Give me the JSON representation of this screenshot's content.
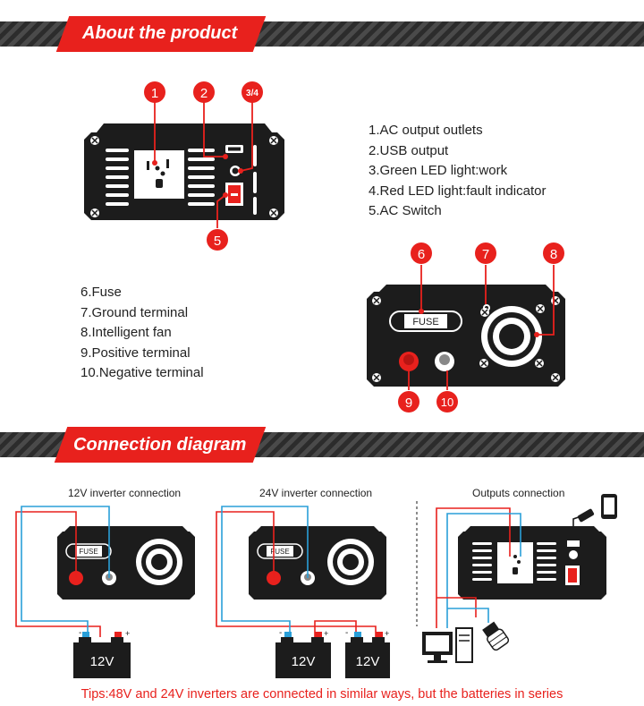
{
  "sections": {
    "about": "About the product",
    "connection": "Connection diagram"
  },
  "callouts": [
    "1",
    "2",
    "3/4",
    "5",
    "6",
    "7",
    "8",
    "9",
    "10"
  ],
  "front_items": [
    "1.AC output outlets",
    "2.USB output",
    "3.Green LED light:work",
    "4.Red LED light:fault indicator",
    "5.AC Switch"
  ],
  "back_items": [
    "6.Fuse",
    "7.Ground terminal",
    "8.Intelligent fan",
    "9.Positive terminal",
    "10.Negative terminal"
  ],
  "fuse_label": "FUSE",
  "connections": {
    "v12": "12V inverter connection",
    "v24": "24V inverter connection",
    "outputs": "Outputs connection"
  },
  "battery_label": "12V",
  "polarity": {
    "neg": "-",
    "pos": "+"
  },
  "tips": "Tips:48V and 24V inverters are connected in similar ways, but the batteries in series",
  "colors": {
    "accent": "#e8211d",
    "body": "#1c1c1c",
    "wire_blue": "#2a9fd8",
    "wire_red": "#e8211d",
    "green": "#2db34a"
  }
}
